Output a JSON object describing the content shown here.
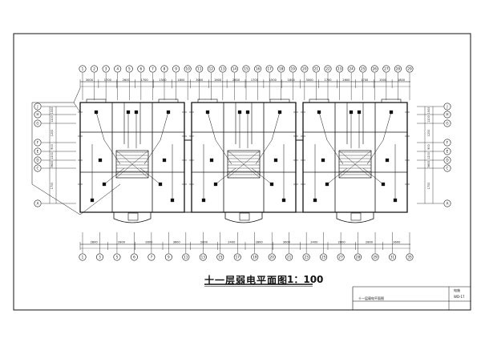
{
  "drawing": {
    "title": "十一层弱电平面图",
    "scale": "1：100",
    "title_block": {
      "drawing_name": "十一层弱电平面图",
      "code_a": "电施",
      "code_b": "WD-17"
    }
  },
  "axes_top": [
    "1",
    "2",
    "3",
    "4",
    "5",
    "6",
    "7",
    "8",
    "9",
    "10",
    "11",
    "12",
    "13",
    "14",
    "15",
    "16",
    "17",
    "18",
    "19",
    "20",
    "21",
    "22",
    "23",
    "24",
    "25",
    "26",
    "27",
    "28",
    "29"
  ],
  "axes_bottom": [
    "1",
    "3",
    "5",
    "6",
    "7",
    "9",
    "11",
    "13",
    "15",
    "17",
    "19",
    "20",
    "21",
    "23",
    "25",
    "27",
    "28",
    "29",
    "31",
    "35"
  ],
  "axes_left": [
    "J",
    "H",
    "G",
    "F",
    "E",
    "D",
    "C",
    "A"
  ],
  "axes_right": [
    "J",
    "H",
    "G",
    "F",
    "E",
    "D",
    "C",
    "A"
  ],
  "dims_top": [
    "3000",
    "1700",
    "2600",
    "1700",
    "1500",
    "1800",
    "3000",
    "1600",
    "2600",
    "1700",
    "1500",
    "1800",
    "3000",
    "1700",
    "2600",
    "1700",
    "1500",
    "1800"
  ],
  "dims_bottom": [
    "2800",
    "2800",
    "2800",
    "3600",
    "2800",
    "2400",
    "2800",
    "3600",
    "2400",
    "2800",
    "2800",
    "3600"
  ],
  "dims_side": [
    "1500",
    "1200",
    "1200",
    "900",
    "1200",
    "3600",
    "1700"
  ]
}
